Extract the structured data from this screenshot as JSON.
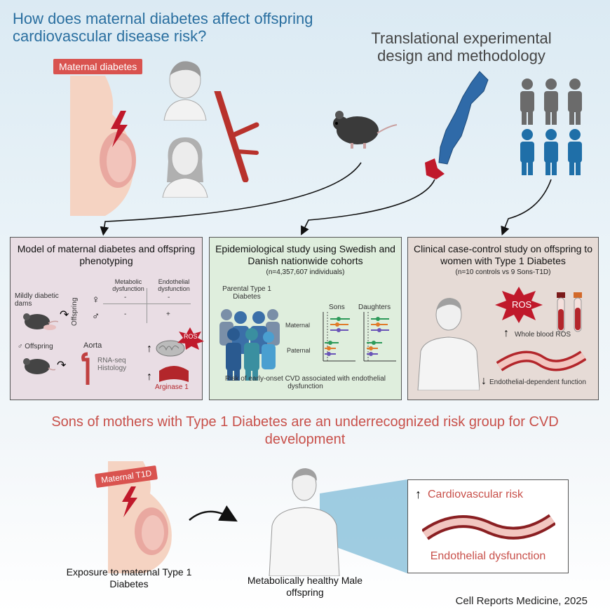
{
  "title": "How does maternal diabetes affect offspring cardiovascular disease risk?",
  "design_heading": "Translational experimental design and methodology",
  "maternal_diabetes_tag": "Maternal diabetes",
  "panel_left": {
    "title": "Model of maternal diabetes and offspring phenotyping",
    "dams_label": "Mildly diabetic dams",
    "offspring_label": "Offspring",
    "female_symbol": "♀",
    "male_symbol": "♂",
    "col_metabolic": "Metabolic dysfunction",
    "col_endothelial": "Endothelial dysfunction",
    "female_metabolic": "-",
    "female_endothelial": "-",
    "male_metabolic": "-",
    "male_endothelial": "+",
    "male_offspring_label": "♂ Offspring",
    "aorta_label": "Aorta",
    "methods_label": "RNA-seq Histology",
    "ros_label": "ROS",
    "arginase_label": "Arginase 1",
    "up_arrow": "↑"
  },
  "panel_middle": {
    "title": "Epidemiological study using Swedish and Danish nationwide cohorts",
    "n_label": "(n=4,357,607 individuals)",
    "parental_label": "Parental Type 1 Diabetes",
    "sons_label": "Sons",
    "daughters_label": "Daughters",
    "maternal_label": "Maternal",
    "paternal_label": "Paternal",
    "risk_caption": "Risk of early-onset CVD associated with endothelial dysfunction"
  },
  "panel_right": {
    "title": "Clinical case-control study on offspring to women with Type 1 Diabetes",
    "n_label": "(n=10 controls vs 9 Sons-T1D)",
    "ros_label": "ROS",
    "whole_blood_label": "Whole blood ROS",
    "endothelial_label": "Endothelial-dependent function",
    "up_arrow": "↑",
    "down_arrow": "↓"
  },
  "conclusion": "Sons of mothers with Type 1 Diabetes are an underrecognized risk group for CVD development",
  "bottom": {
    "maternal_t1d_tag": "Maternal T1D",
    "exposure_label": "Exposure to maternal Type 1 Diabetes",
    "offspring_label": "Metabolically healthy Male offspring",
    "cv_risk_label": "Cardiovascular risk",
    "endothelial_dysfunction_label": "Endothelial dysfunction",
    "up_arrow": "↑"
  },
  "citation": "Cell Reports Medicine, 2025",
  "colors": {
    "title_blue": "#2a6fa0",
    "accent_red": "#c8504a",
    "people_grey": "#6b6b6b",
    "people_blue": "#1f6fa8",
    "sweden_blue": "#2f6aa8",
    "denmark_red": "#c0192b"
  },
  "icons": [
    "pregnant-woman-icon",
    "lightning-icon",
    "boy-face-icon",
    "girl-face-icon",
    "blood-vessel-icon",
    "mouse-icon",
    "sweden-map-icon",
    "people-icon",
    "ros-burst-icon",
    "mitochondria-icon",
    "blood-tube-icon",
    "man-icon"
  ]
}
